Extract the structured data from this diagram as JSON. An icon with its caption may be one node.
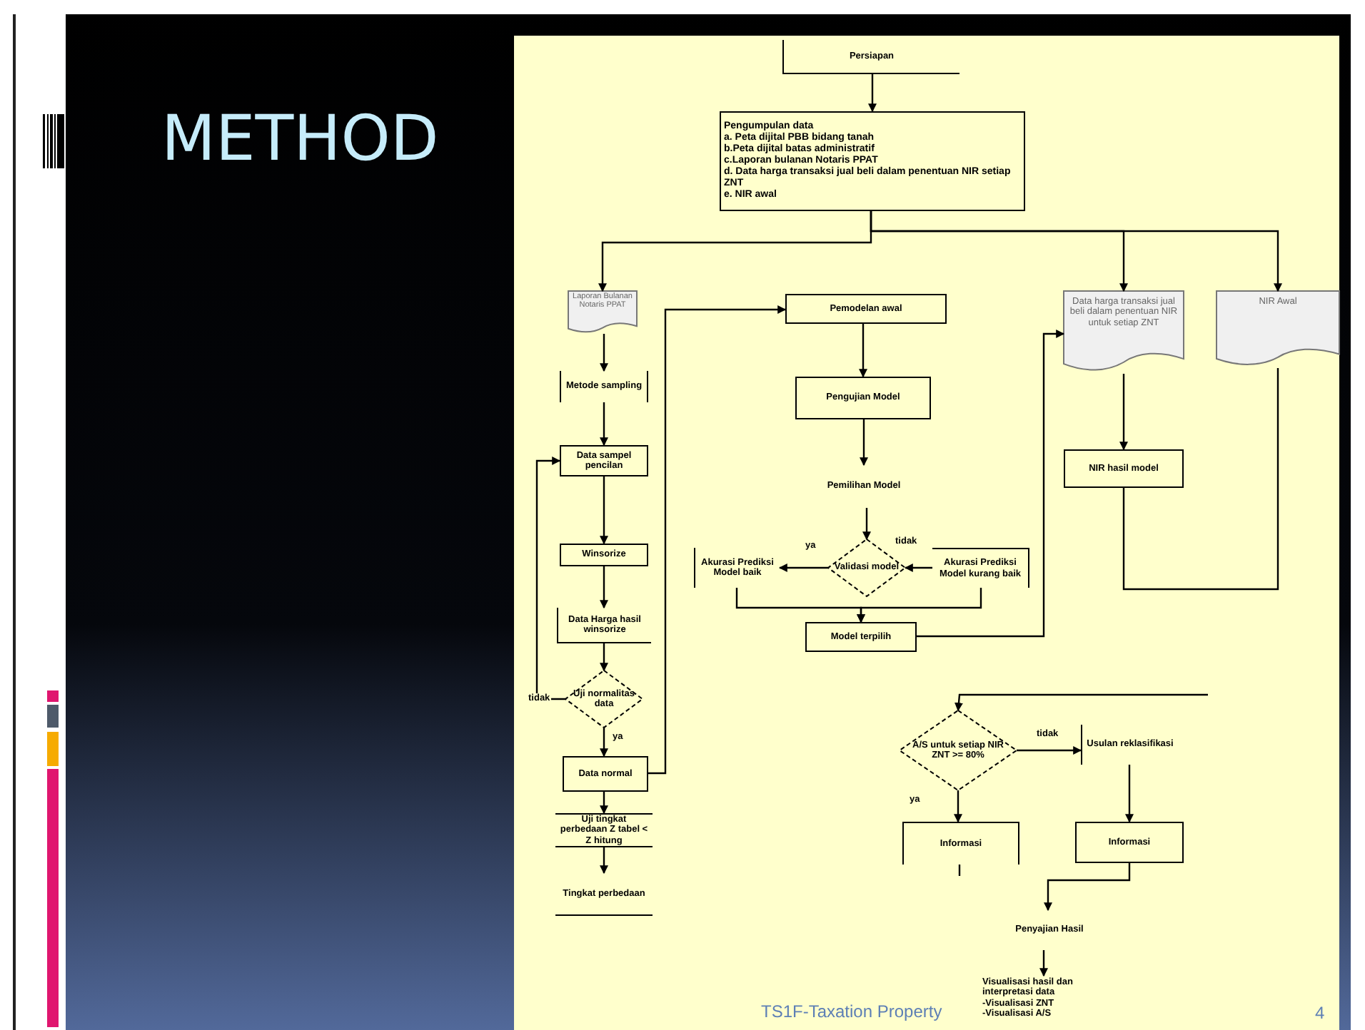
{
  "diagram": {
    "title": "METHOD",
    "nodes": [
      {
        "text": [
          "Persiapan"
        ]
      },
      {
        "text": [
          "Pengumpulan data",
          "a. Peta dijital PBB bidang tanah",
          "b.Peta dijital batas administratif",
          "c.Laporan bulanan Notaris PPAT",
          "d. Data harga transaksi jual beli dalam penentuan NIR setiap ZNT",
          "e. NIR awal"
        ]
      },
      {
        "text": [
          "Laporan Bulanan Notaris PPAT"
        ]
      },
      {
        "text": [
          "Metode sampling"
        ]
      },
      {
        "text": [
          "Data sampel pencilan"
        ]
      },
      {
        "text": [
          "Winsorize"
        ]
      },
      {
        "text": [
          "Data Harga hasil winsorize"
        ]
      },
      {
        "text": [
          "Uji normalitas data"
        ]
      },
      {
        "text": [
          "Data normal"
        ]
      },
      {
        "text": [
          "Uji tingkat perbedaan Z tabel < Z hitung"
        ]
      },
      {
        "text": [
          "Tingkat perbedaan"
        ]
      },
      {
        "text": [
          "Pemodelan awal"
        ]
      },
      {
        "text": [
          "Pengujian Model"
        ]
      },
      {
        "text": [
          "Pemilihan Model"
        ]
      },
      {
        "text": [
          "Validasi model"
        ]
      },
      {
        "text": [
          "Akurasi Prediksi Model baik"
        ]
      },
      {
        "text": [
          "Akurasi Prediksi Model kurang baik"
        ]
      },
      {
        "text": [
          "Model terpilih"
        ]
      },
      {
        "text": [
          "Data harga transaksi jual beli dalam penentuan NIR untuk setiap ZNT"
        ]
      },
      {
        "text": [
          "NIR Awal"
        ]
      },
      {
        "text": [
          "NIR hasil model"
        ]
      },
      {
        "text": [
          "A/S untuk setiap NIR ZNT >= 80%"
        ]
      },
      {
        "text": [
          "Usulan reklasifikasi"
        ]
      },
      {
        "text": [
          "Informasi"
        ]
      },
      {
        "text": [
          "Informasi"
        ]
      },
      {
        "text": [
          "Penyajian Hasil"
        ]
      },
      {
        "text": [
          "Visualisasi hasil dan interpretasi data",
          "-Visualisasi ZNT",
          "-Visualisasi A/S"
        ]
      }
    ],
    "edges": [
      {
        "from": 0,
        "to": 1,
        "arrow": "to"
      },
      {
        "from": 1,
        "to": 2,
        "arrow": "to"
      },
      {
        "from": 1,
        "to": 18,
        "arrow": "to"
      },
      {
        "from": 1,
        "to": 19,
        "arrow": "to"
      },
      {
        "from": 2,
        "to": 3,
        "arrow": "to"
      },
      {
        "from": 3,
        "to": 4,
        "arrow": "to"
      },
      {
        "from": 4,
        "to": 5,
        "arrow": "to"
      },
      {
        "from": 5,
        "to": 6,
        "arrow": "to"
      },
      {
        "from": 6,
        "to": 7,
        "arrow": "to"
      },
      {
        "from": 7,
        "to": 4,
        "arrow": "to",
        "label": "tidak"
      },
      {
        "from": 7,
        "to": 8,
        "arrow": "to",
        "label": "ya"
      },
      {
        "from": 8,
        "to": 11,
        "arrow": "to"
      },
      {
        "from": 8,
        "to": 9,
        "arrow": "to"
      },
      {
        "from": 9,
        "to": 10,
        "arrow": "to"
      },
      {
        "from": 11,
        "to": 12,
        "arrow": "to"
      },
      {
        "from": 12,
        "to": 13,
        "arrow": "to"
      },
      {
        "from": 13,
        "to": 14,
        "arrow": "to"
      },
      {
        "from": 14,
        "to": 15,
        "arrow": "to",
        "label": "ya"
      },
      {
        "from": 16,
        "to": 14,
        "arrow": "to",
        "label": "tidak"
      },
      {
        "from": 15,
        "to": 17,
        "arrow": "to"
      },
      {
        "from": 16,
        "to": 17,
        "arrow": "to"
      },
      {
        "from": 17,
        "to": 18,
        "arrow": "to"
      },
      {
        "from": 18,
        "to": 20,
        "arrow": "to"
      },
      {
        "from": 19,
        "to": 20,
        "arrow": "none"
      },
      {
        "from": null,
        "to": 21,
        "arrow": "to"
      },
      {
        "from": 21,
        "to": 22,
        "arrow": "to",
        "label": "tidak"
      },
      {
        "from": 21,
        "to": 23,
        "arrow": "to",
        "label": "ya"
      },
      {
        "from": 22,
        "to": 24,
        "arrow": "to"
      },
      {
        "from": 23,
        "to": null,
        "arrow": "none"
      },
      {
        "from": 24,
        "to": 25,
        "arrow": "to"
      },
      {
        "from": 25,
        "to": 26,
        "arrow": "to"
      }
    ],
    "labels": [
      "TS1F-Taxation Property",
      "4"
    ]
  }
}
